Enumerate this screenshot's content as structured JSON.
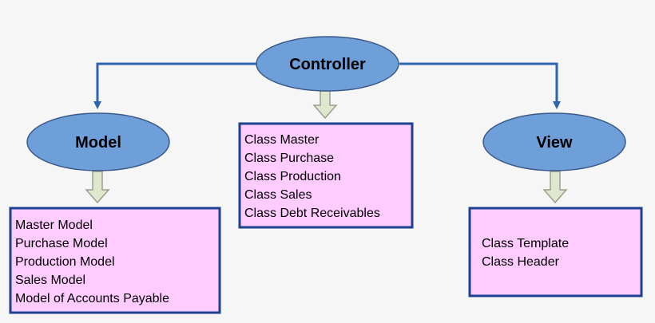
{
  "diagram": {
    "nodes": {
      "controller": "Controller",
      "model": "Model",
      "view": "View"
    },
    "controller_box": {
      "lines": [
        "Class Master",
        "Class Purchase",
        "Class Production",
        "Class Sales",
        "Class Debt Receivables"
      ]
    },
    "model_box": {
      "lines": [
        "Master Model",
        "Purchase Model",
        "Production Model",
        "Sales Model",
        "Model of Accounts Payable"
      ]
    },
    "view_box": {
      "lines": [
        "Class Template",
        "Class Header"
      ]
    }
  },
  "colors": {
    "background": "#f6f6f6",
    "ellipse_fill": "#6f9fd8",
    "ellipse_stroke": "#3a5a8a",
    "connector": "#2f64b0",
    "box_fill": "#ffccff",
    "box_stroke": "#1f3f8f",
    "down_arrow_fill": "#dfe8cf",
    "down_arrow_stroke": "#9aa090"
  }
}
